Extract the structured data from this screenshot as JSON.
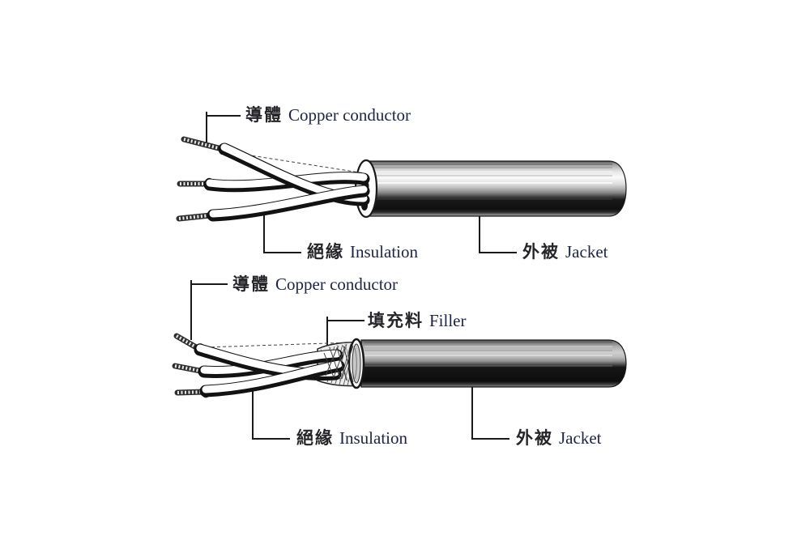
{
  "page": {
    "background": "#ffffff"
  },
  "colors": {
    "leader_line": "#1a1a1a",
    "zh_text": "#26262a",
    "en_text": "#1c2442",
    "jacket_dark": "#0f0f0f",
    "insulation_white": "#ffffff"
  },
  "top_cable": {
    "labels": {
      "conductor": {
        "zh": "導體",
        "en": "Copper conductor"
      },
      "insulation": {
        "zh": "絕緣",
        "en": "Insulation"
      },
      "jacket": {
        "zh": "外被",
        "en": "Jacket"
      }
    }
  },
  "bottom_cable": {
    "labels": {
      "conductor": {
        "zh": "導體",
        "en": "Copper conductor"
      },
      "filler": {
        "zh": "填充料",
        "en": "Filler"
      },
      "insulation": {
        "zh": "絕緣",
        "en": "Insulation"
      },
      "jacket": {
        "zh": "外被",
        "en": "Jacket"
      }
    }
  }
}
